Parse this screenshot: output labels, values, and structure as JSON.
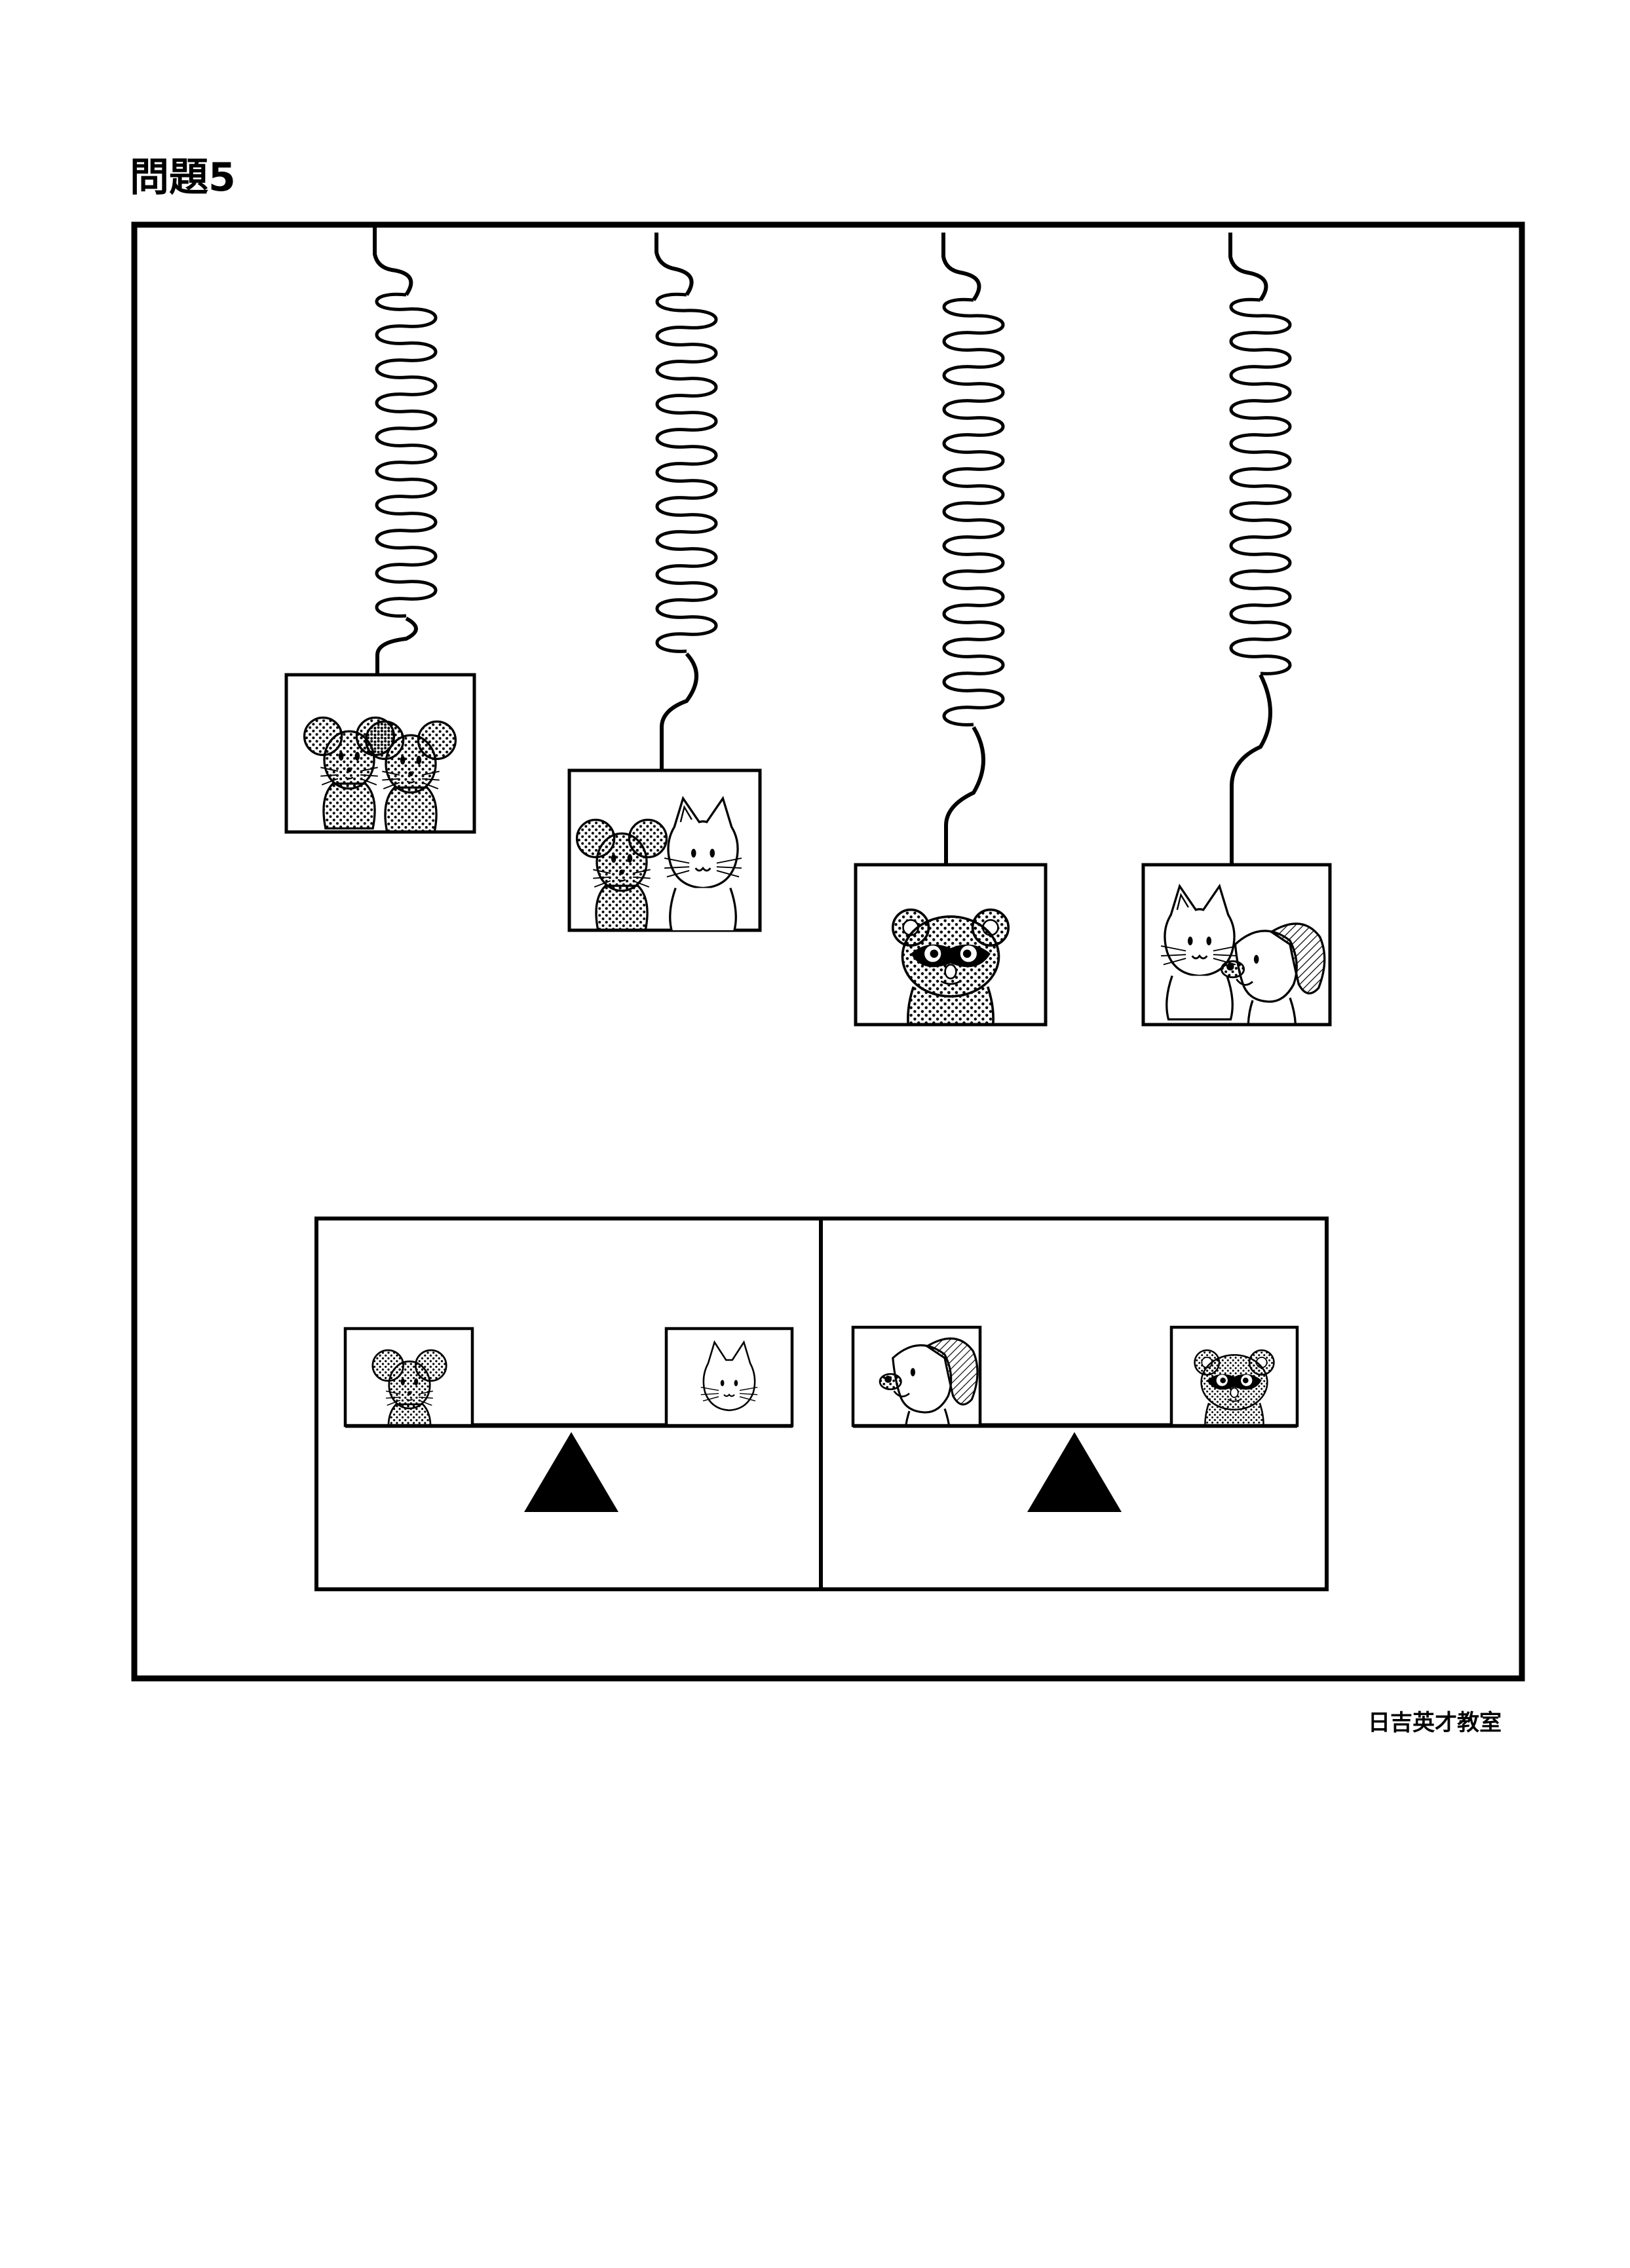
{
  "title": "問題5",
  "credit": "日吉英才教室",
  "springs": [
    {
      "animals": [
        "mouse",
        "mouse"
      ]
    },
    {
      "animals": [
        "mouse",
        "cat"
      ]
    },
    {
      "animals": [
        "raccoon-dog"
      ]
    },
    {
      "animals": [
        "cat",
        "dog"
      ]
    }
  ],
  "balances": [
    {
      "left": "mouse",
      "right": "cat"
    },
    {
      "left": "dog",
      "right": "raccoon-dog"
    }
  ]
}
